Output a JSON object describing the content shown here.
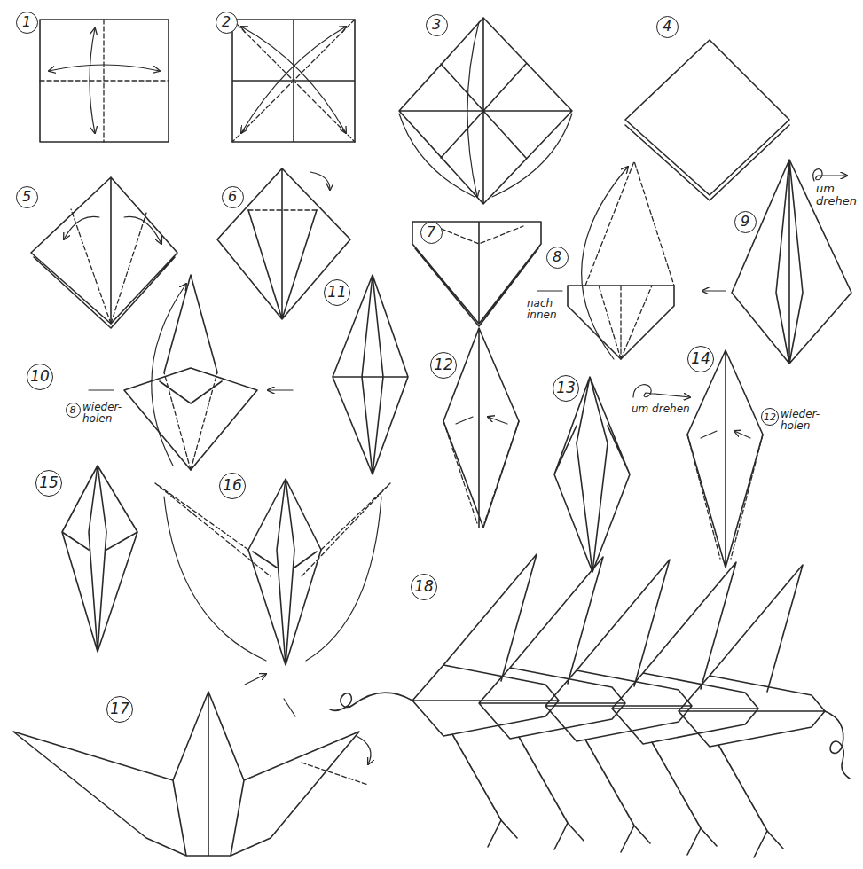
{
  "diagram": {
    "nodes": [
      {
        "text": [
          "1"
        ]
      },
      {
        "text": [
          "2"
        ]
      },
      {
        "text": [
          "3"
        ]
      },
      {
        "text": [
          "4"
        ]
      },
      {
        "text": [
          "5"
        ]
      },
      {
        "text": [
          "6"
        ]
      },
      {
        "text": [
          "7"
        ]
      },
      {
        "text": [
          "8"
        ]
      },
      {
        "text": [
          "9"
        ]
      },
      {
        "text": [
          "10"
        ]
      },
      {
        "text": [
          "8"
        ]
      },
      {
        "text": [
          "11"
        ]
      },
      {
        "text": [
          "12"
        ]
      },
      {
        "text": [
          "13"
        ]
      },
      {
        "text": [
          "14"
        ]
      },
      {
        "text": [
          "12"
        ]
      },
      {
        "text": [
          "15"
        ]
      },
      {
        "text": [
          "16"
        ]
      },
      {
        "text": [
          "17"
        ]
      },
      {
        "text": [
          "18"
        ]
      }
    ],
    "labels": [
      "nach innen",
      "um drehen",
      "wieder- holen",
      "um drehen",
      "wieder- holen"
    ]
  }
}
